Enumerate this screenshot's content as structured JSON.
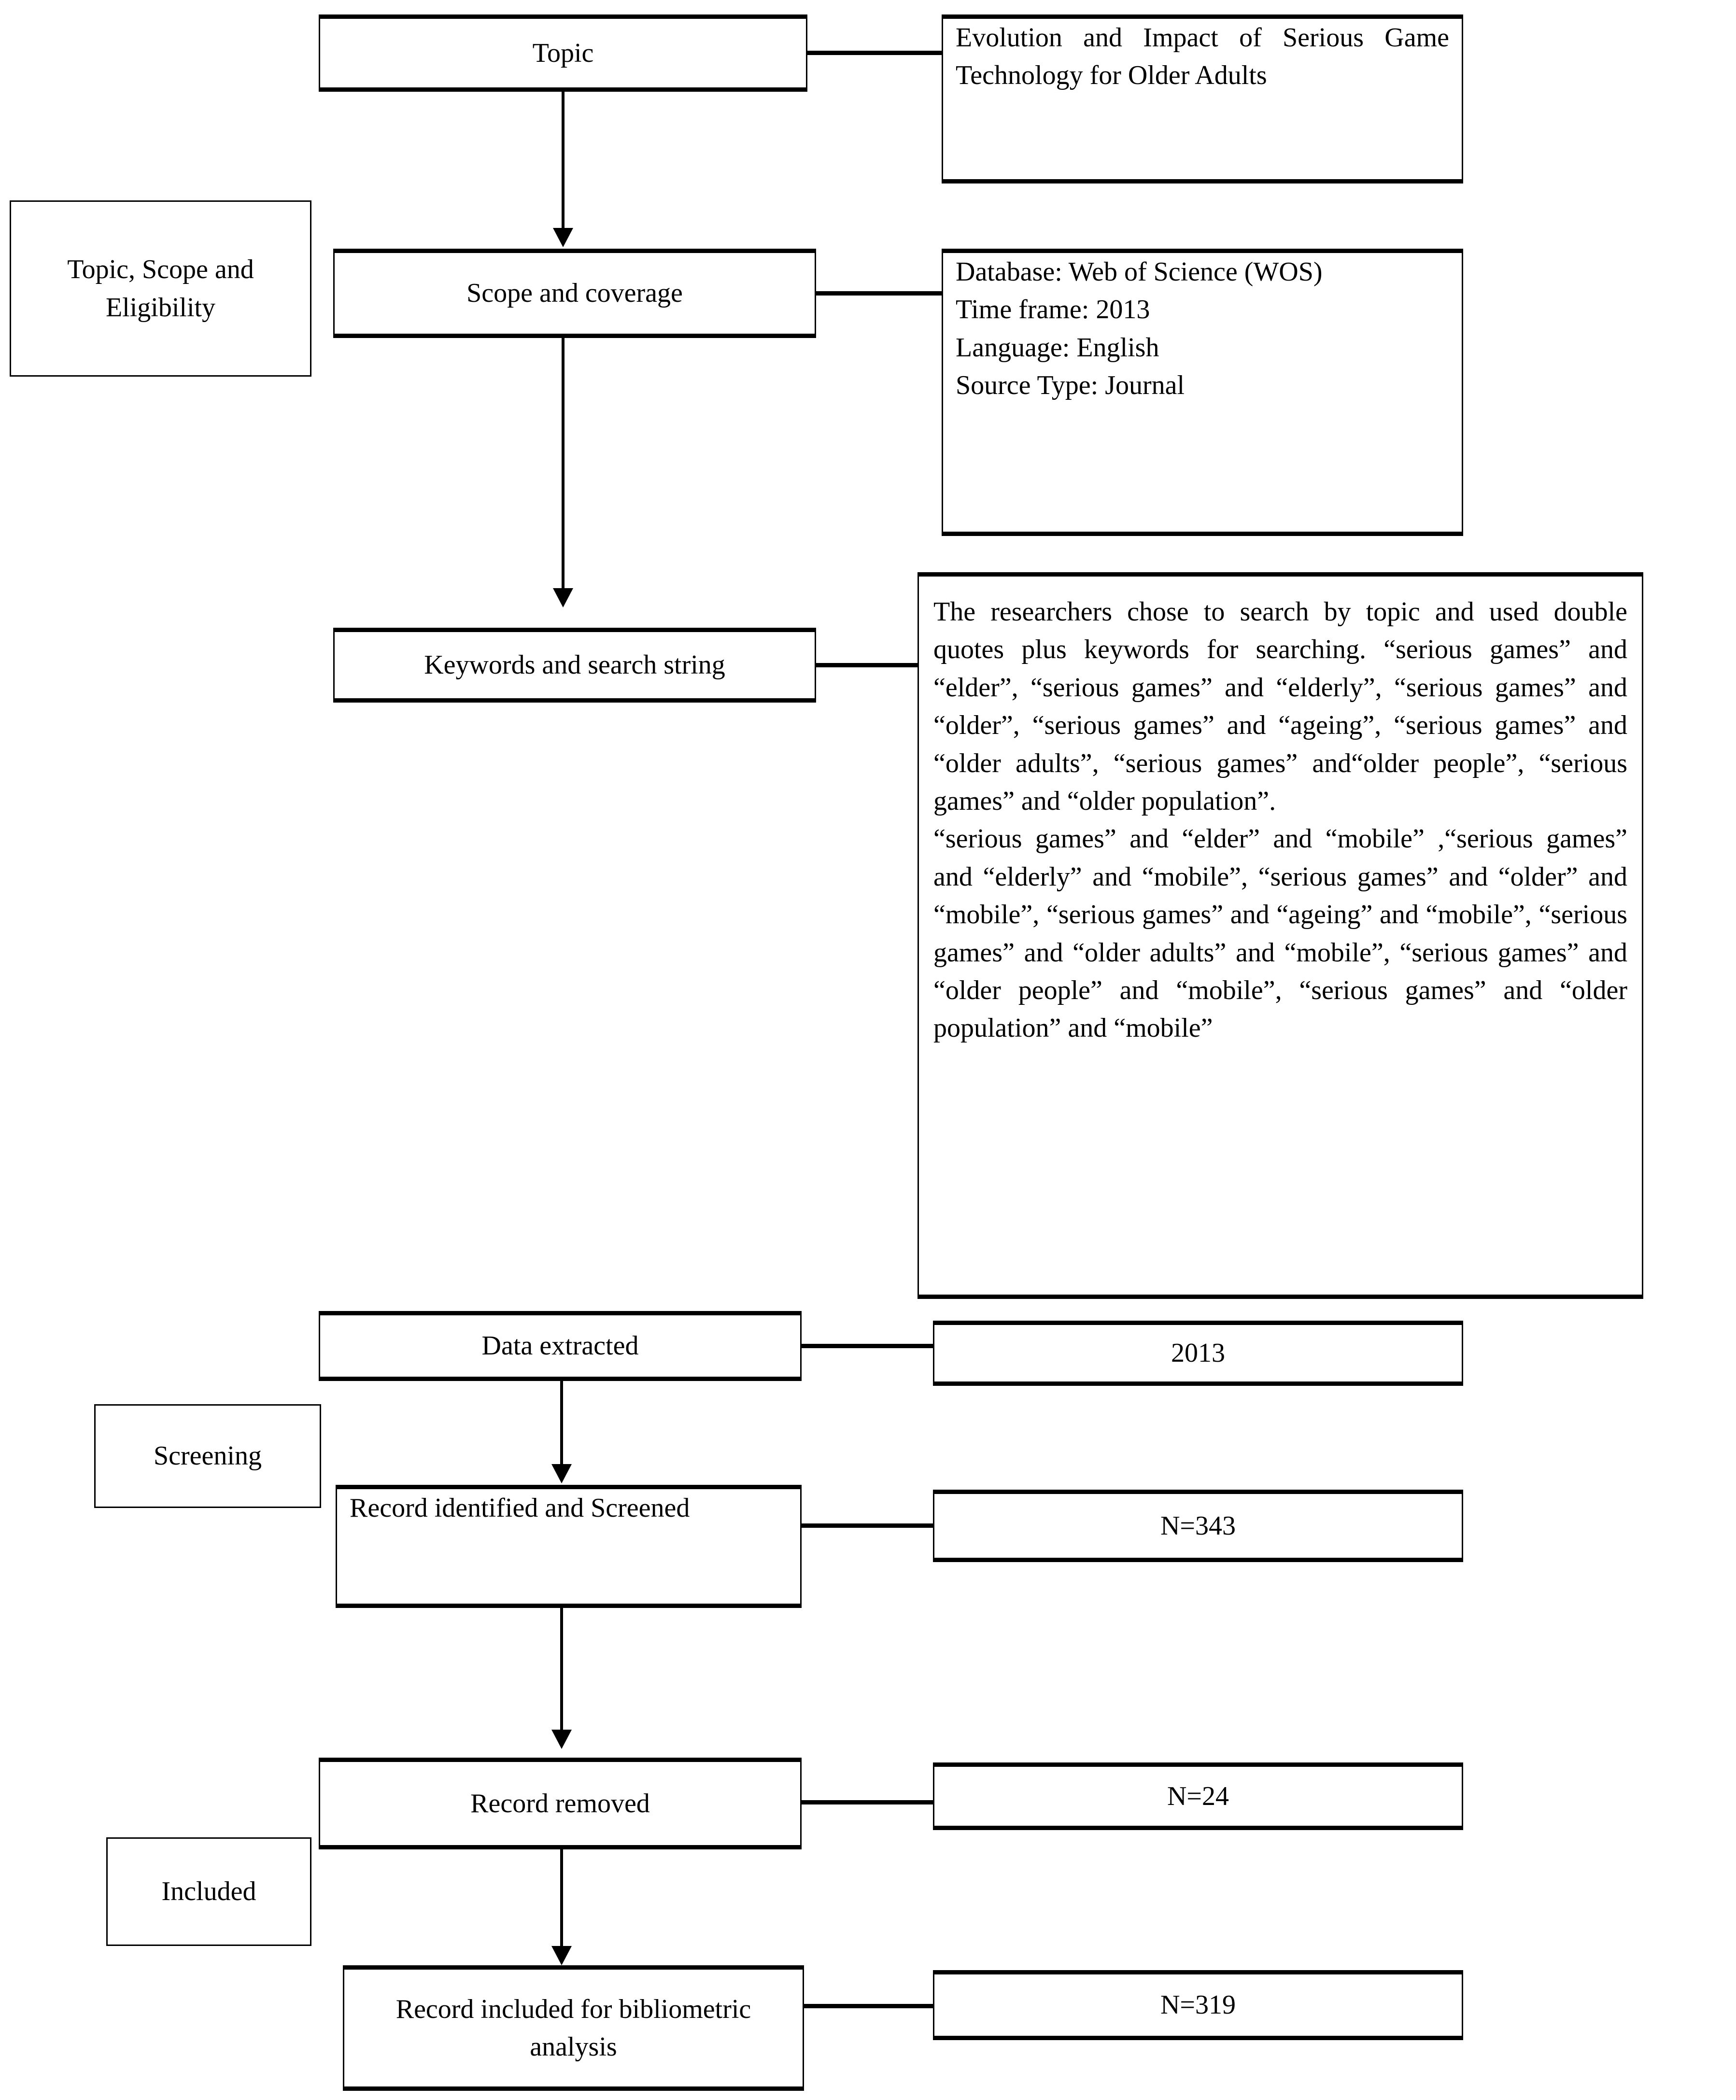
{
  "diagram": {
    "title": "PRISMA-style bibliometric record selection flow",
    "stage_labels": [
      {
        "id": "stage-topic-scope-eligibility",
        "text": "Topic, Scope and Eligibility"
      },
      {
        "id": "stage-screening",
        "text": "Screening"
      },
      {
        "id": "stage-included",
        "text": "Included"
      }
    ],
    "steps": [
      {
        "id": "step-topic",
        "label": "Topic"
      },
      {
        "id": "step-scope-coverage",
        "label": "Scope and coverage"
      },
      {
        "id": "step-keywords",
        "label": "Keywords and search string"
      },
      {
        "id": "step-data-extracted",
        "label": "Data extracted"
      },
      {
        "id": "step-record-screened",
        "label": "Record identified and Screened"
      },
      {
        "id": "step-record-removed",
        "label": "Record removed"
      },
      {
        "id": "step-record-included",
        "label": "Record included for bibliometric analysis"
      }
    ],
    "details": {
      "topic": "Evolution and Impact of Serious Game Technology for Older Adults",
      "scope_lines": [
        "Database: Web of Science (WOS)",
        "Time frame: 2013",
        "Language: English",
        "Source Type: Journal"
      ],
      "keywords_paragraph_1": "The researchers chose to search by topic and used double quotes plus keywords for searching. “serious games” and “elder”, “serious games” and “elderly”, “serious games” and “older”, “serious games” and “ageing”, “serious games” and “older adults”, “serious games” and“older people”, “serious games” and “older population”.",
      "keywords_paragraph_2": "“serious games” and “elder” and “mobile” ,“serious games” and “elderly” and “mobile”, “serious games” and “older” and “mobile”, “serious games” and “ageing” and “mobile”, “serious games” and “older adults” and “mobile”, “serious games” and “older people” and “mobile”, “serious games” and “older population” and “mobile”",
      "data_extracted_value": "2013",
      "records_screened_value": "N=343",
      "records_removed_value": "N=24",
      "records_included_value": "N=319"
    }
  }
}
